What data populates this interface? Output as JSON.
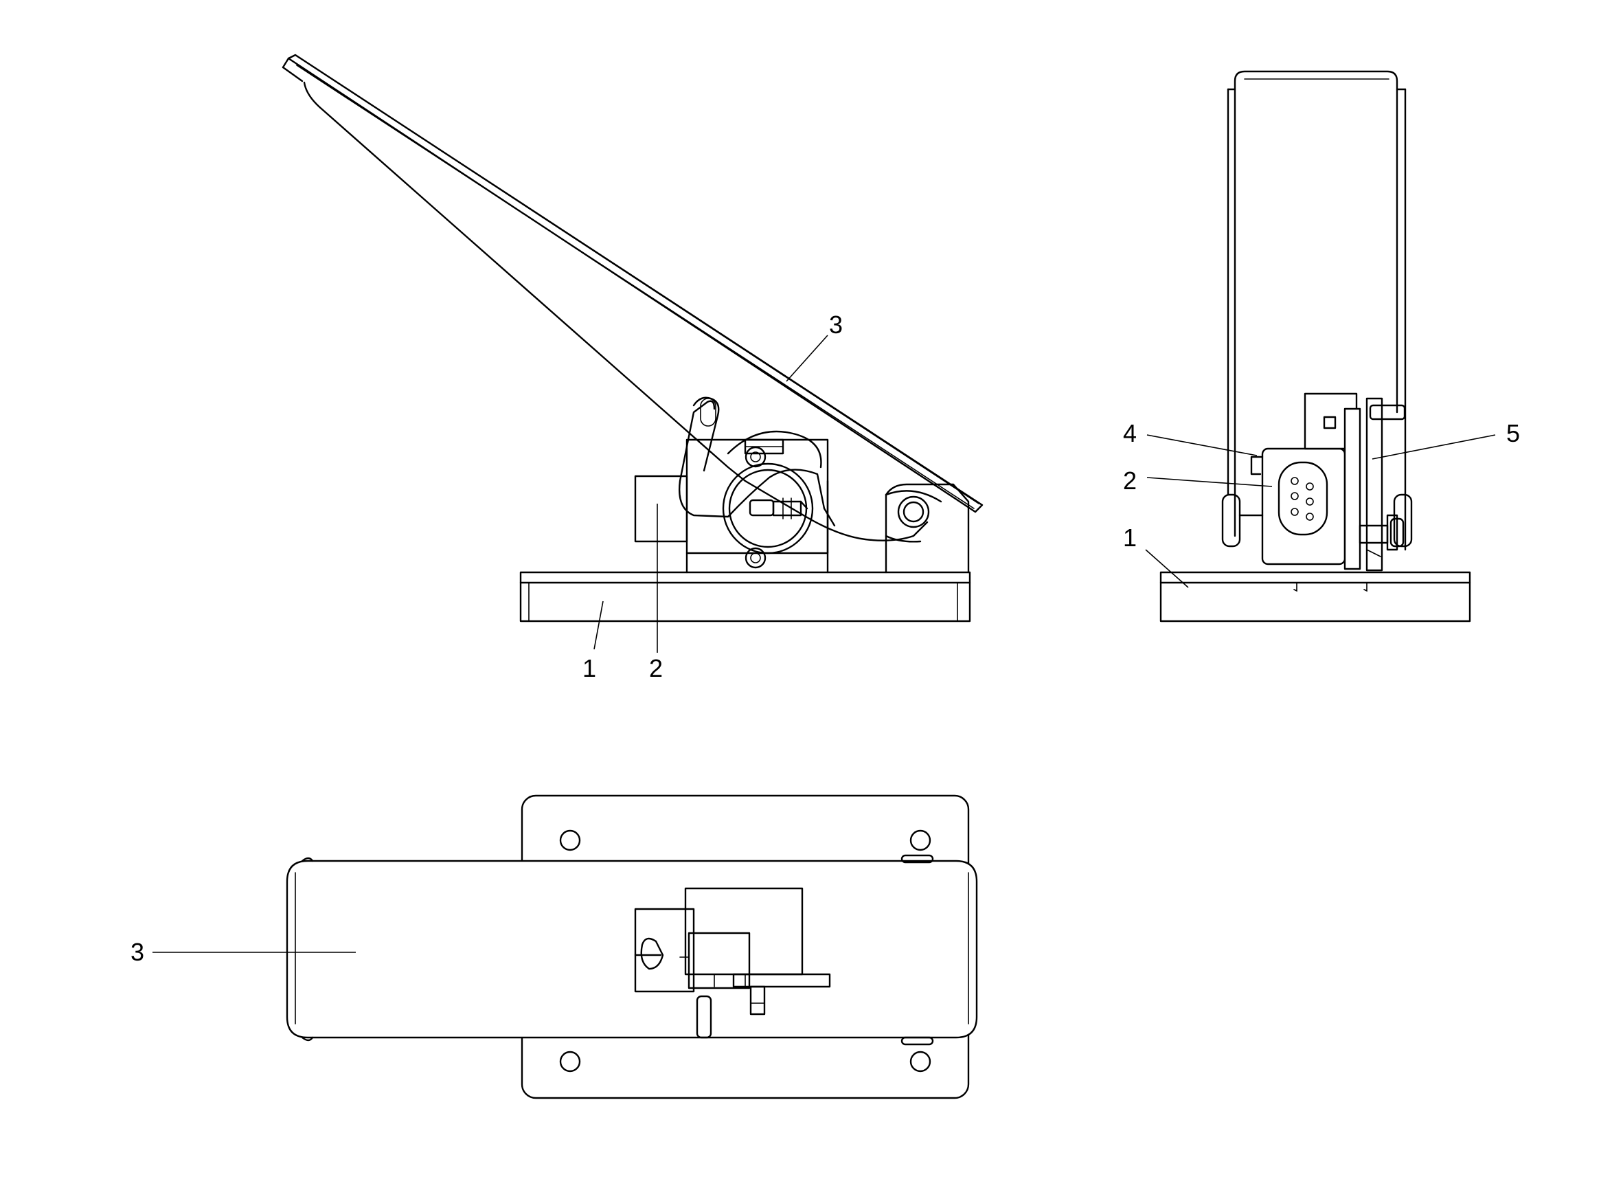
{
  "side_view": {
    "callouts": [
      {
        "id": "side-callout-3",
        "label": "3"
      },
      {
        "id": "side-callout-1",
        "label": "1"
      },
      {
        "id": "side-callout-2",
        "label": "2"
      }
    ]
  },
  "end_view": {
    "callouts": [
      {
        "id": "end-callout-4",
        "label": "4"
      },
      {
        "id": "end-callout-2",
        "label": "2"
      },
      {
        "id": "end-callout-1",
        "label": "1"
      },
      {
        "id": "end-callout-5",
        "label": "5"
      }
    ]
  },
  "top_view": {
    "callouts": [
      {
        "id": "top-callout-3",
        "label": "3"
      }
    ]
  }
}
